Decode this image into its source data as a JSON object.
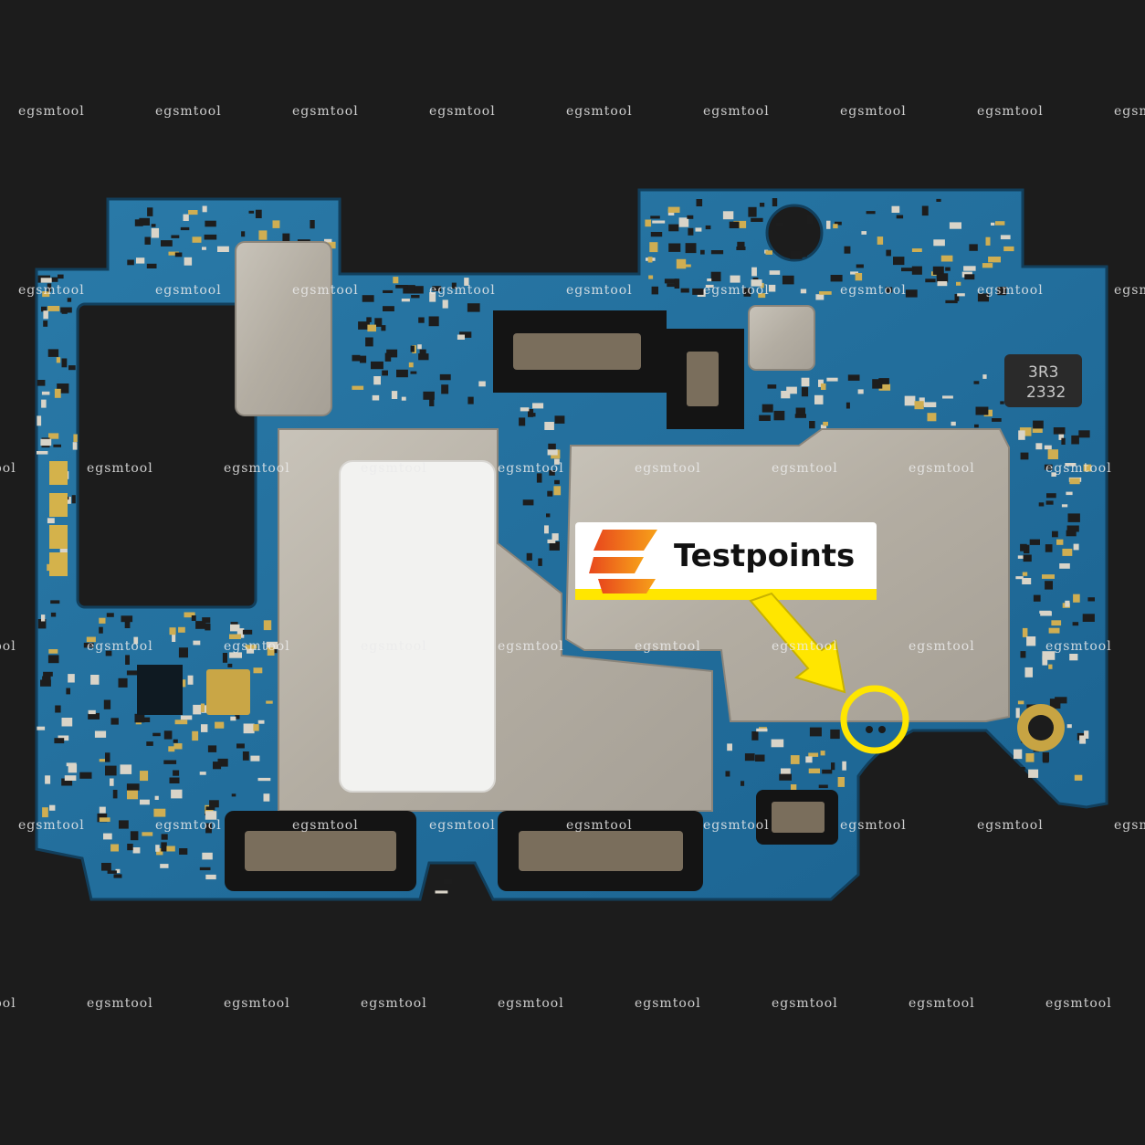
{
  "watermark": {
    "text": "egsmtool"
  },
  "badge": {
    "title": "Testpoints"
  },
  "chip_labels": {
    "line1": "3R3",
    "line2": "2332"
  },
  "colors": {
    "background": "#1c1c1c",
    "pcb": "#1f6f9c",
    "shield": "#b9b3a8",
    "annotation": "#ffe600",
    "brand_orange": "#f26a1b"
  }
}
